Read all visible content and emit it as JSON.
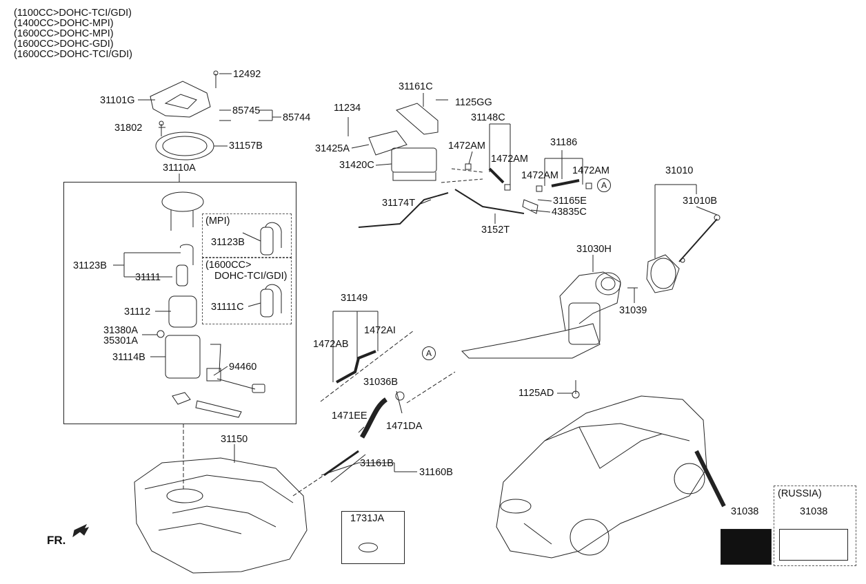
{
  "engine_variants": [
    "(1100CC>DOHC-TCI/GDI)",
    "(1400CC>DOHC-MPI)",
    "(1600CC>DOHC-MPI)",
    "(1600CC>DOHC-GDI)",
    "(1600CC>DOHC-TCI/GDI)"
  ],
  "variant_boxes": {
    "mpi": "(MPI)",
    "tci_line1": "(1600CC>",
    "tci_line2": "DOHC-TCI/GDI)",
    "russia": "(RUSSIA)"
  },
  "parts": {
    "p12492": "12492",
    "p31101G": "31101G",
    "p85745": "85745",
    "p85744": "85744",
    "p31802": "31802",
    "p31157B": "31157B",
    "p31110A": "31110A",
    "p31123B_mpi": "31123B",
    "p31123B": "31123B",
    "p31111": "31111",
    "p31111C": "31111C",
    "p31112": "31112",
    "p31380A": "31380A",
    "p35301A": "35301A",
    "p31114B": "31114B",
    "p94460": "94460",
    "p31150": "31150",
    "p1731JA": "1731JA",
    "p31161C": "31161C",
    "p1125GG": "1125GG",
    "p11234": "11234",
    "p31148C": "31148C",
    "p31425A": "31425A",
    "p1472AM_a": "1472AM",
    "p1472AM_b": "1472AM",
    "p31186": "31186",
    "p31420C": "31420C",
    "p1472AM_c": "1472AM",
    "p1472AM_d": "1472AM",
    "p31174T": "31174T",
    "p31165E": "31165E",
    "p43835C": "43835C",
    "p3152T": "3152T",
    "p31010": "31010",
    "p31010B": "31010B",
    "p31030H": "31030H",
    "p31039": "31039",
    "p1125AD": "1125AD",
    "p31149": "31149",
    "p1472AI": "1472AI",
    "p1472AB": "1472AB",
    "p31036B": "31036B",
    "p1471EE": "1471EE",
    "p1471DA": "1471DA",
    "p31161B": "31161B",
    "p31160B": "31160B",
    "p31038_a": "31038",
    "p31038_b": "31038"
  },
  "callouts": {
    "a1": "A",
    "a2": "A"
  },
  "front_indicator": "FR."
}
